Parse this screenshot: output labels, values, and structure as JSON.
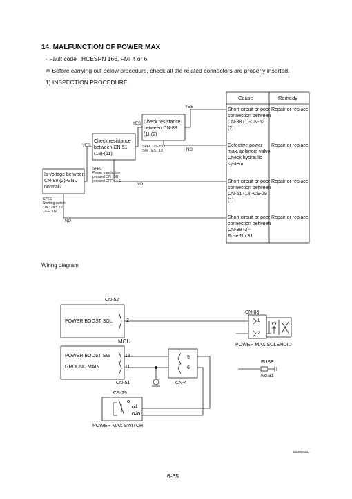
{
  "header": {
    "title": "14.  MALFUNCTION OF POWER MAX",
    "fault_code": "·  Fault code : HCESPN 166, FMI 4 or 6",
    "note": "❈  Before carrying out below procedure, check all the related connectors are properly inserted.",
    "section": "1)  INSPECTION PROCEDURE"
  },
  "flowchart": {
    "q1": [
      "Is voltage between",
      "CN-88 (2)-GND",
      "normal?"
    ],
    "q1_spec": [
      "SPEC",
      "Starting switch",
      "ON : 24 ± 1V",
      "OFF : 0V"
    ],
    "q2": [
      "Check resistance",
      "between CN-51",
      "(18)-(11)"
    ],
    "q2_spec": [
      "SPEC",
      "Power max button",
      "pressed ON : 0Ω",
      "pressed OFF : ∞ Ω"
    ],
    "q3": [
      "Check resistance",
      "between CN-88",
      "(1)-(2)"
    ],
    "q3_spec": [
      "SPEC: 15-35Ω",
      "See TEST 19"
    ],
    "yes": "YES",
    "no": "NO"
  },
  "table": {
    "col_cause": "Cause",
    "col_remedy": "Remedy",
    "rows": [
      {
        "cause": [
          "Short circuit or poor",
          "connection between",
          "CN-88 (1)-CN-52",
          "(2)"
        ],
        "remedy": "Repair or replace"
      },
      {
        "cause": [
          "Defective power",
          "max. solenoid valve",
          "Check hydraulic",
          "system"
        ],
        "remedy": "Repair or replace"
      },
      {
        "cause": [
          "Short circuit or poor",
          "connection between",
          "CN-51 (18)-CS-29",
          "(1)"
        ],
        "remedy": "Repair or replace"
      },
      {
        "cause": [
          "Short circuit or poor",
          "connection between",
          "CN-88 (2)-",
          "Fuse No.31"
        ],
        "remedy": "Repair or replace"
      }
    ]
  },
  "wiring": {
    "title": "Wiring diagram",
    "cn52": "CN-52",
    "power_boost_sol": "POWER BOOST SOL",
    "pin2": "2",
    "mcu": "MCU",
    "power_boost_sw": "POWER BOOST SW",
    "ground_main": "GROUND MAIN",
    "pin18": "18",
    "pin11": "11",
    "cn51": "CN-51",
    "pin5": "5",
    "pin6": "6",
    "cn4": "CN-4",
    "cn88": "CN-88",
    "sol_pin1": "1",
    "sol_pin2": "2",
    "power_max_solenoid": "POWER MAX SOLENOID",
    "fuse": "FUSE",
    "fuse_no": "No.31",
    "cs29": "CS-29",
    "sw_pin1": "1",
    "sw_pin2": "2",
    "power_max_switch": "POWER MAX SWITCH"
  },
  "footer": {
    "code": "300S6MS21",
    "page": "6-65"
  }
}
